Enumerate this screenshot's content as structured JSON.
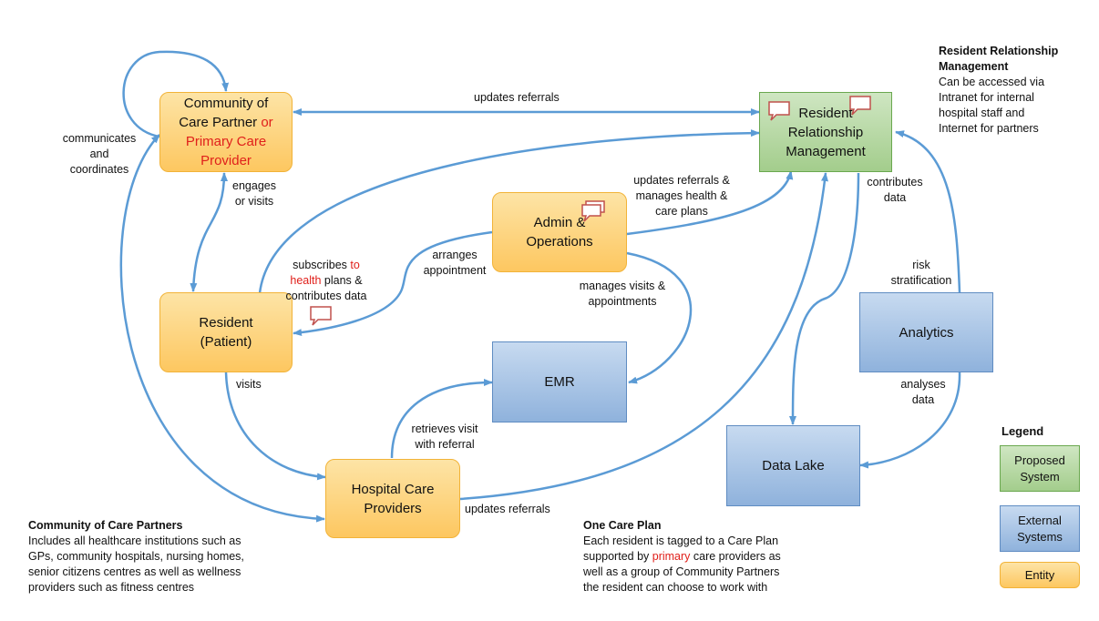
{
  "nodes": {
    "community_partner": {
      "line1": "Community of",
      "line2a": "Care Partner ",
      "line2b": "or",
      "line3": "Primary Care",
      "line4": "Provider"
    },
    "rrm": {
      "line1": "Resident",
      "line2": "Relationship",
      "line3": "Management"
    },
    "admin": {
      "line1": "Admin &",
      "line2": "Operations"
    },
    "resident": {
      "line1": "Resident",
      "line2": "(Patient)"
    },
    "emr": {
      "label": "EMR"
    },
    "analytics": {
      "label": "Analytics"
    },
    "data_lake": {
      "label": "Data Lake"
    },
    "hospital": {
      "line1": "Hospital Care",
      "line2": "Providers"
    }
  },
  "edge_labels": {
    "updates_referrals_top": "updates referrals",
    "communicates": [
      "communicates",
      "and",
      "coordinates"
    ],
    "engages": [
      "engages",
      "or visits"
    ],
    "updates_manages": [
      "updates referrals &",
      "manages health &",
      "care plans"
    ],
    "contributes_data": [
      "contributes",
      "data"
    ],
    "arranges": [
      "arranges",
      "appointment"
    ],
    "subscribes": {
      "p1": "subscribes ",
      "p2": "to",
      "p3": "health",
      "p4": " plans &",
      "line3": "contributes data"
    },
    "risk": [
      "risk",
      "stratification"
    ],
    "manages_visits": [
      "manages visits &",
      "appointments"
    ],
    "visits": "visits",
    "analyses": [
      "analyses",
      "data"
    ],
    "retrieves": [
      "retrieves visit",
      "with referral"
    ],
    "updates_referrals_bottom": "updates referrals"
  },
  "notes": {
    "rrm": {
      "title1": "Resident Relationship",
      "title2": "Management",
      "lines": [
        "Can be accessed via",
        "Intranet for internal",
        "hospital staff and",
        "Internet for partners"
      ]
    },
    "community": {
      "title": "Community of Care Partners",
      "lines": [
        "Includes all healthcare institutions such as",
        "GPs, community hospitals, nursing homes,",
        "senior citizens centres as well as wellness",
        "providers such as fitness centres"
      ]
    },
    "care_plan": {
      "title": "One Care Plan",
      "line1": "Each resident is tagged to a Care Plan",
      "line2a": "supported by ",
      "line2b": "primary",
      "line2c": " care providers as",
      "line3": "well as a group of Community Partners",
      "line4": "the resident can choose to work with"
    }
  },
  "legend": {
    "title": "Legend",
    "proposed": [
      "Proposed",
      "System"
    ],
    "external": [
      "External",
      "Systems"
    ],
    "entity": "Entity"
  },
  "colors": {
    "arrow": "#5b9bd5",
    "entity": "#fdc760",
    "external": "#8fb2dc",
    "proposed": "#a3cd8c",
    "highlight": "#e0201b",
    "bubble": "#c0504d"
  }
}
